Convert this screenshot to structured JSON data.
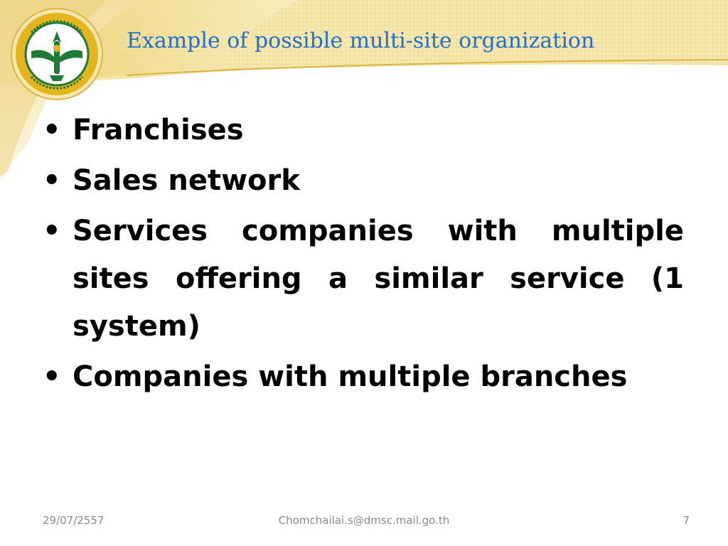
{
  "slide": {
    "title": "Example of possible multi-site organization",
    "bullet_glyph": "•",
    "bullets": [
      "Franchises",
      "Sales network",
      "Services companies with multiple sites offering a similar service (1 system)",
      "Companies with multiple branches"
    ],
    "logo": {
      "icon": "ministry-seal-icon",
      "top_text": "กรมวิทยาศาสตร์การแพทย์",
      "bottom_text": "กระทรวงสาธารณสุข"
    }
  },
  "footer": {
    "date": "29/07/2557",
    "email": "Chomchailai.s@dmsc.mail.go.th",
    "page_number": "7"
  },
  "colors": {
    "title": "#1f6fd1",
    "accent_gold": "#e3c24f",
    "logo_green": "#1f7a35",
    "logo_gold": "#e4b51c",
    "footer_text": "#8a8a8a"
  }
}
